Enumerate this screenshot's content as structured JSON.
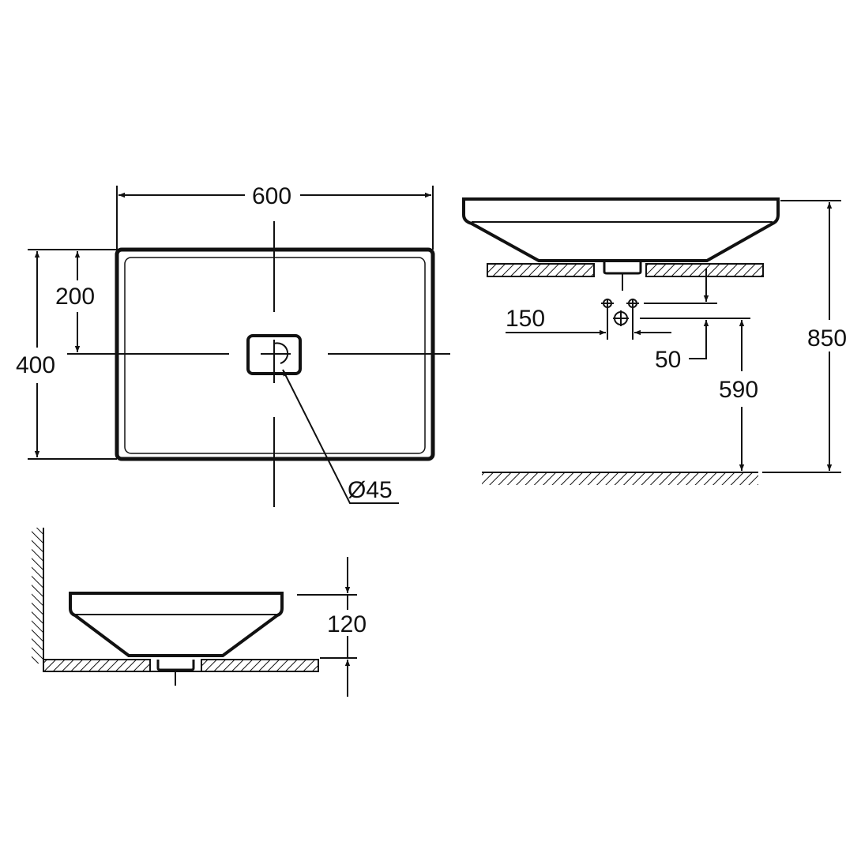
{
  "drawing": {
    "colors": {
      "line": "#111111",
      "background": "#ffffff"
    },
    "top_view": {
      "width_label": "600",
      "depth_label": "400",
      "drain_offset_label": "200",
      "drain_diameter_label": "Ø45"
    },
    "front_view_installation": {
      "total_height_label": "850",
      "waste_height_label": "590",
      "tap_spacing_label": "150",
      "tap_offset_label": "50"
    },
    "side_view": {
      "basin_height_label": "120"
    }
  }
}
